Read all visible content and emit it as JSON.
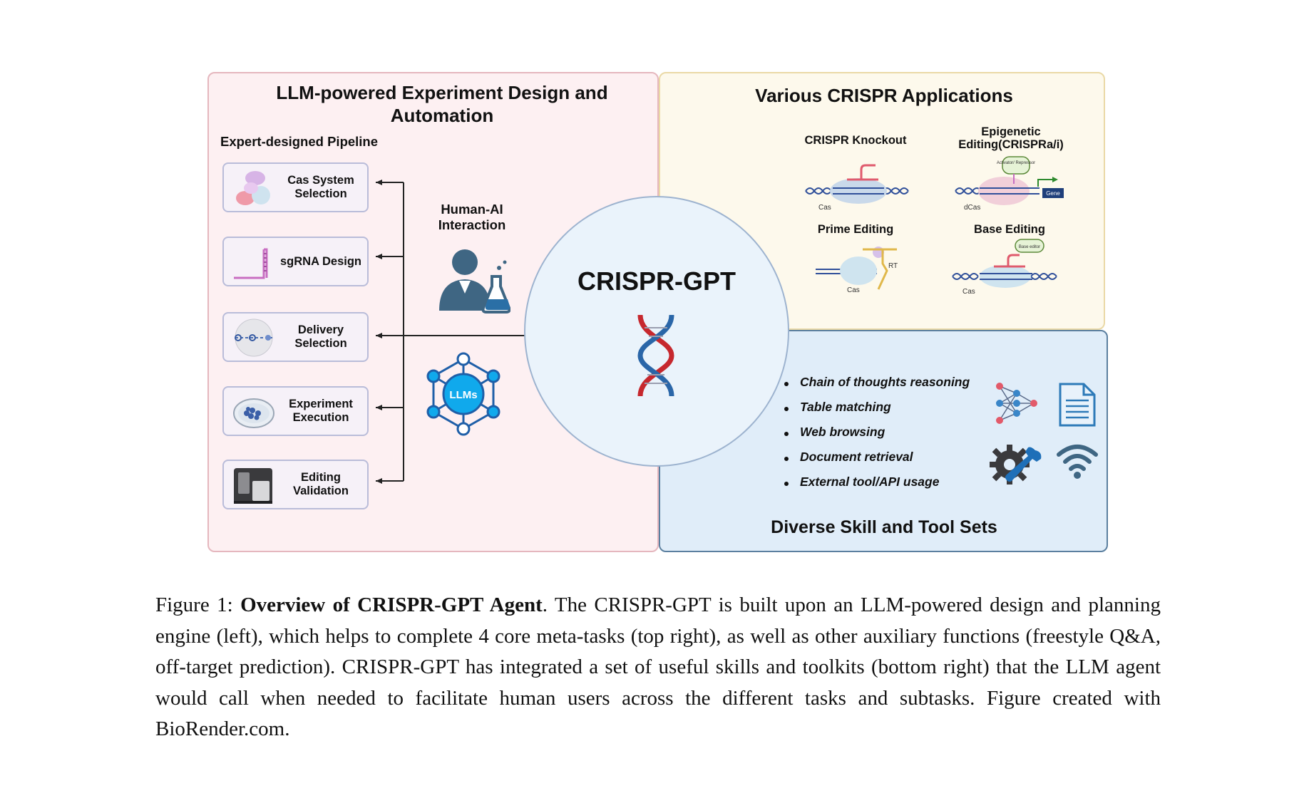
{
  "left_panel": {
    "title": "LLM-powered Experiment Design and Automation",
    "subtitle": "Expert-designed Pipeline",
    "steps": [
      {
        "label": "Cas System Selection"
      },
      {
        "label": "sgRNA Design"
      },
      {
        "label": "Delivery Selection"
      },
      {
        "label": "Experiment Execution"
      },
      {
        "label": "Editing Validation"
      }
    ],
    "human_ai_label": "Human-AI Interaction",
    "llm_badge": "LLMs"
  },
  "center": {
    "title": "CRISPR-GPT"
  },
  "apps_panel": {
    "title": "Various CRISPR Applications",
    "apps": [
      {
        "label": "CRISPR Knockout",
        "enzyme": "Cas"
      },
      {
        "label": "Epigenetic Editing(CRISPRa/i)",
        "enzyme": "dCas",
        "callout": "Activator/ Repressor",
        "gene": "Gene"
      },
      {
        "label": "Prime Editing",
        "enzyme": "Cas",
        "rt": "RT"
      },
      {
        "label": "Base Editing",
        "enzyme": "Cas",
        "callout": "Base editor"
      }
    ]
  },
  "skills_panel": {
    "title": "Diverse Skill and Tool Sets",
    "skills": [
      "Chain of thoughts reasoning",
      "Table matching",
      "Web browsing",
      "Document retrieval",
      "External tool/API usage"
    ]
  },
  "caption": {
    "figure_label": "Figure 1:",
    "title": "Overview of CRISPR-GPT Agent",
    "text": ". The CRISPR-GPT is built upon an LLM-powered design and planning engine (left), which helps to complete 4 core meta-tasks (top right), as well as other auxiliary functions (freestyle Q&A, off-target prediction). CRISPR-GPT has integrated a set of useful skills and toolkits (bottom right) that the LLM agent would call when needed to facilitate human users across the different tasks and subtasks. Figure created with BioRender.com."
  }
}
